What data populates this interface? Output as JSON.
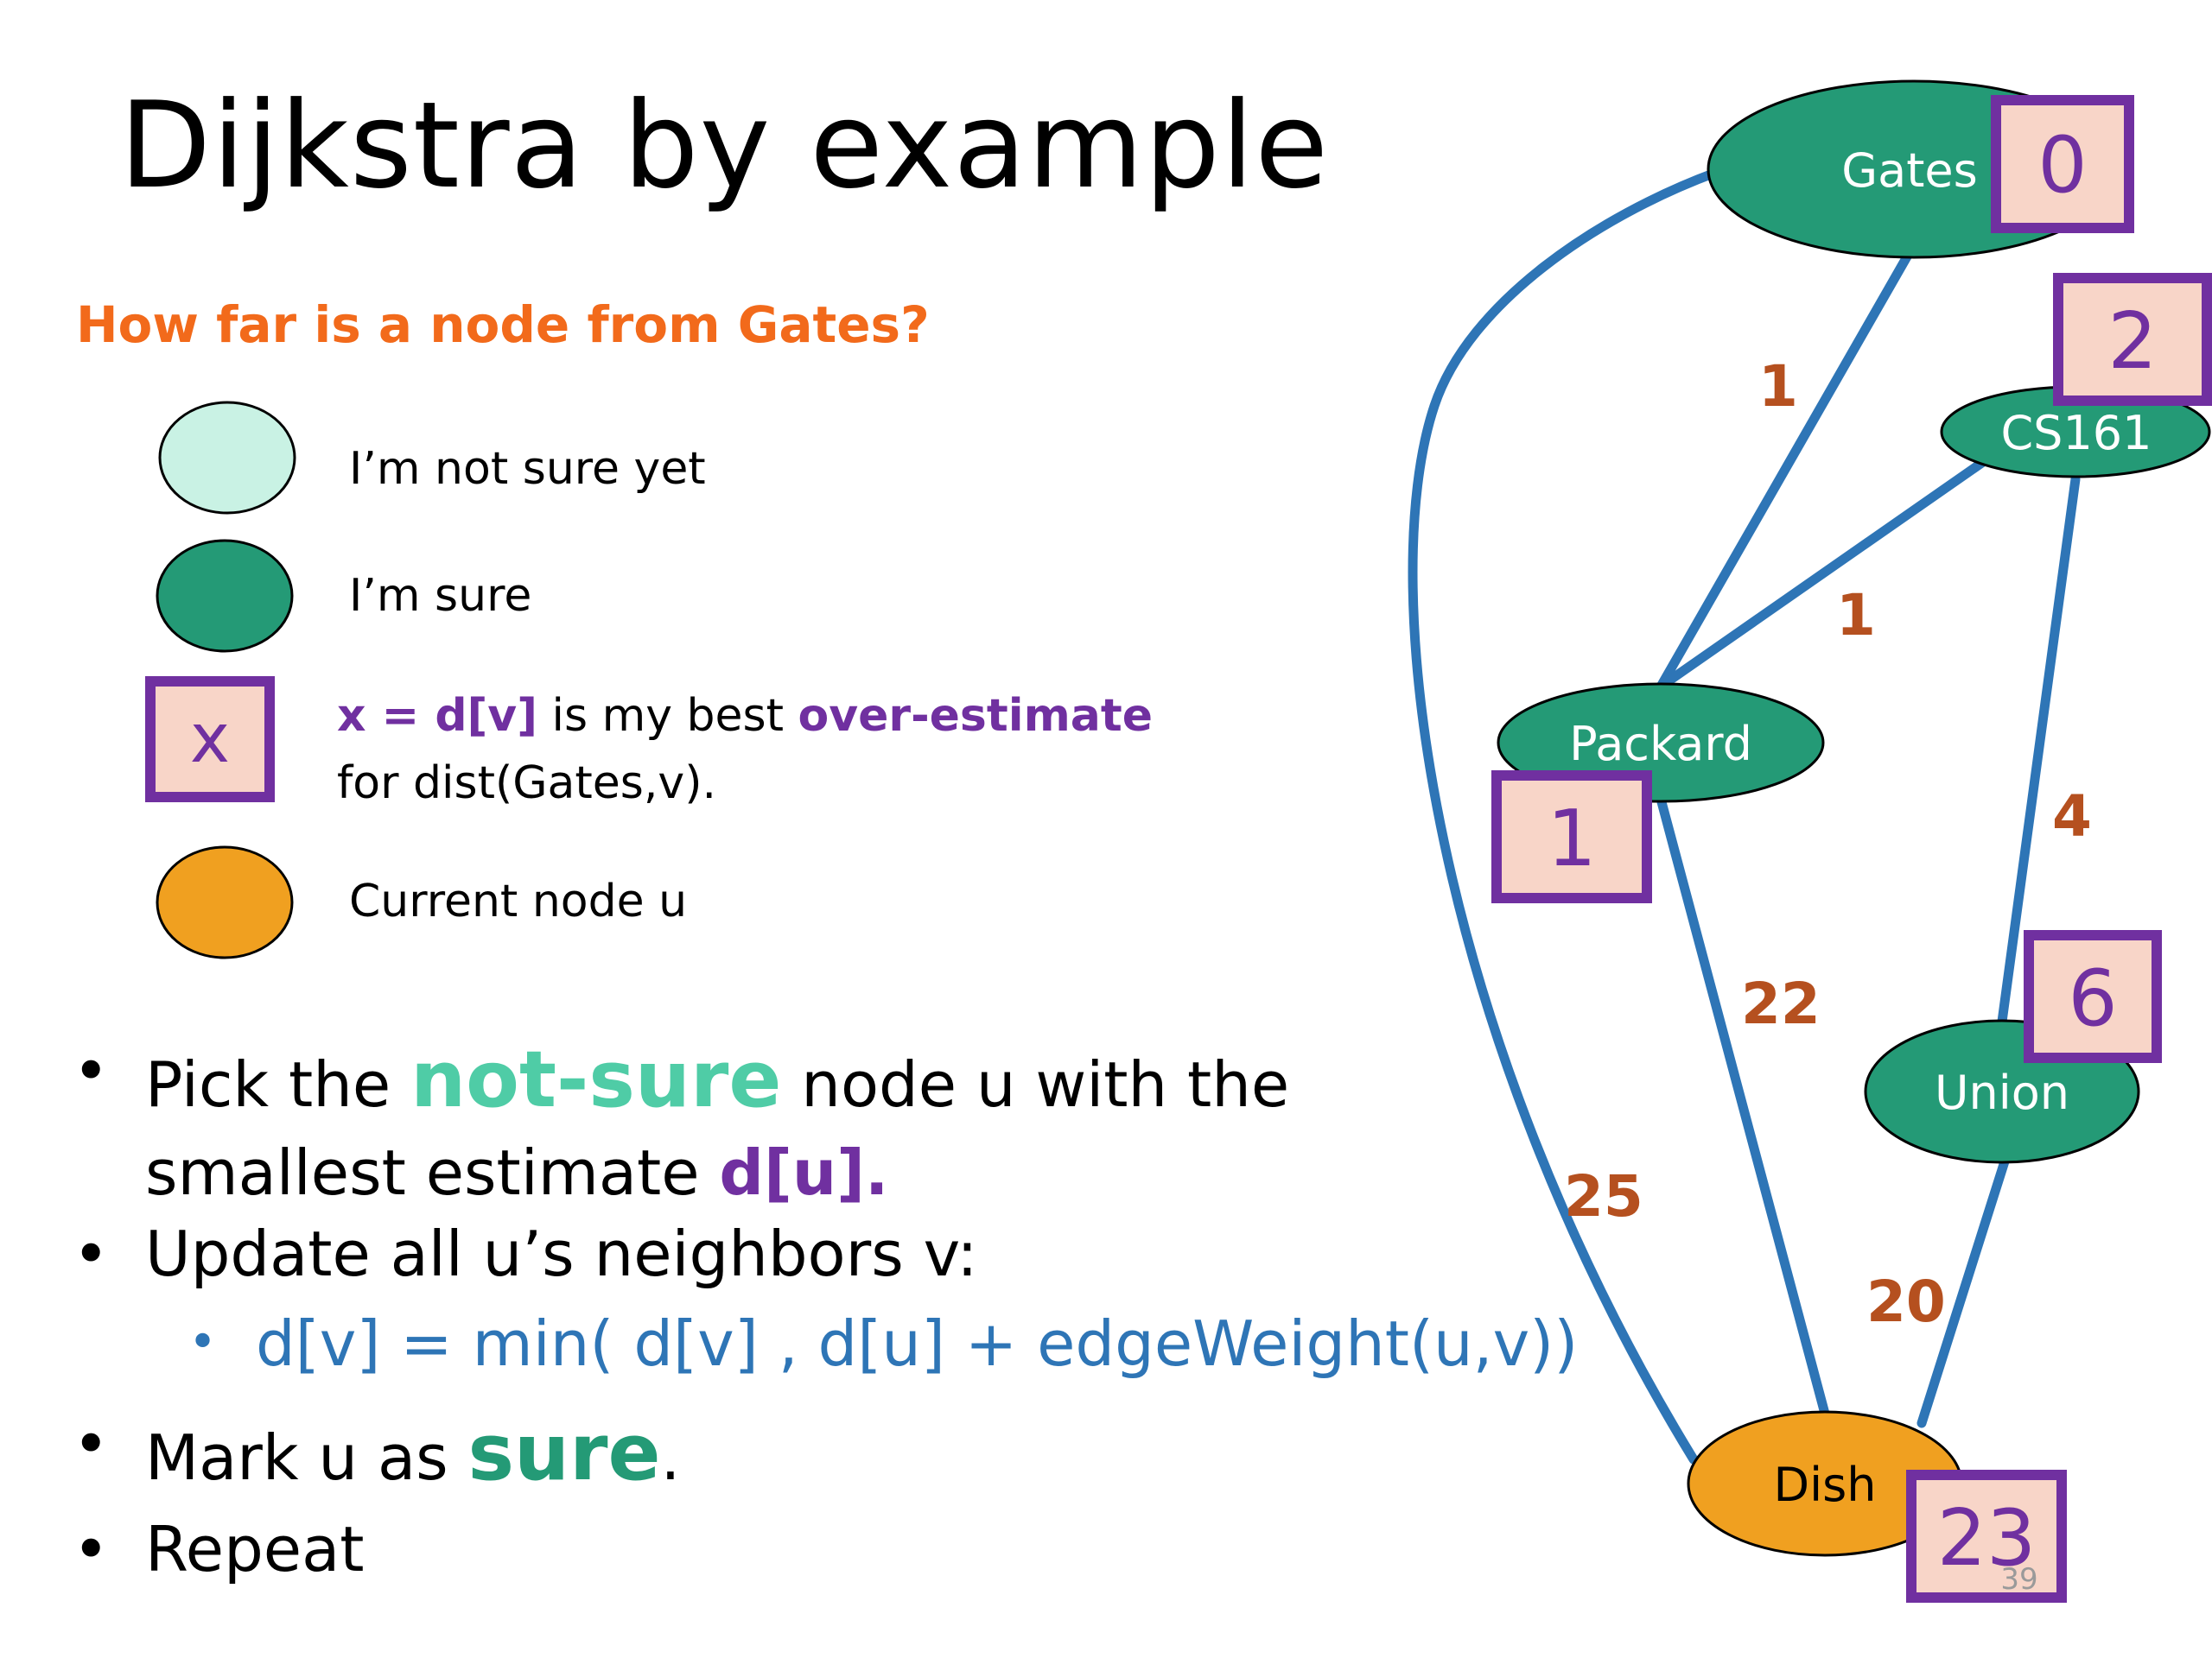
{
  "title": "Dijkstra by example",
  "question": "How far is a node from Gates?",
  "legend": {
    "not_sure": "I’m not sure yet",
    "sure": "I’m sure",
    "box_symbol": "x",
    "estimate_part1": "x = d[v]",
    "estimate_part2": " is my best ",
    "estimate_part3": "over-estimate",
    "estimate_line2": "for dist(Gates,v).",
    "current": "Current node u"
  },
  "bullets": {
    "b1_a": "Pick the ",
    "b1_b": "not-sure",
    "b1_c": " node u with the",
    "b1_line2_a": "smallest estimate ",
    "b1_line2_b": "d[u].",
    "b2": " Update all u’s neighbors v:",
    "b2_sub": "d[v] = min( d[v] , d[u] + edgeWeight(u,v))",
    "b3_a": "Mark u as ",
    "b3_b": "sure",
    "b3_c": ".",
    "b4": "Repeat",
    "dot": "•"
  },
  "graph": {
    "nodes": {
      "gates": {
        "label": "Gates",
        "estimate": "0"
      },
      "cs161": {
        "label": "CS161",
        "estimate": "2"
      },
      "packard": {
        "label": "Packard",
        "estimate": "1"
      },
      "union": {
        "label": "Union",
        "estimate": "6"
      },
      "dish": {
        "label": "Dish",
        "estimate": "23"
      }
    },
    "edges": {
      "gates_packard": "1",
      "cs161_packard": "1",
      "cs161_union": "4",
      "packard_dish": "22",
      "gates_dish": "25",
      "union_dish": "20"
    }
  },
  "slide_number": "39",
  "colors": {
    "sure_green": "#249a76",
    "not_sure_mint": "#c9f2e4",
    "current_orange": "#f0a020",
    "estimate_purple": "#7030a0",
    "box_fill": "#f8d5c8",
    "edge_blue": "#2e75b6",
    "weight_brown": "#b5501f"
  }
}
